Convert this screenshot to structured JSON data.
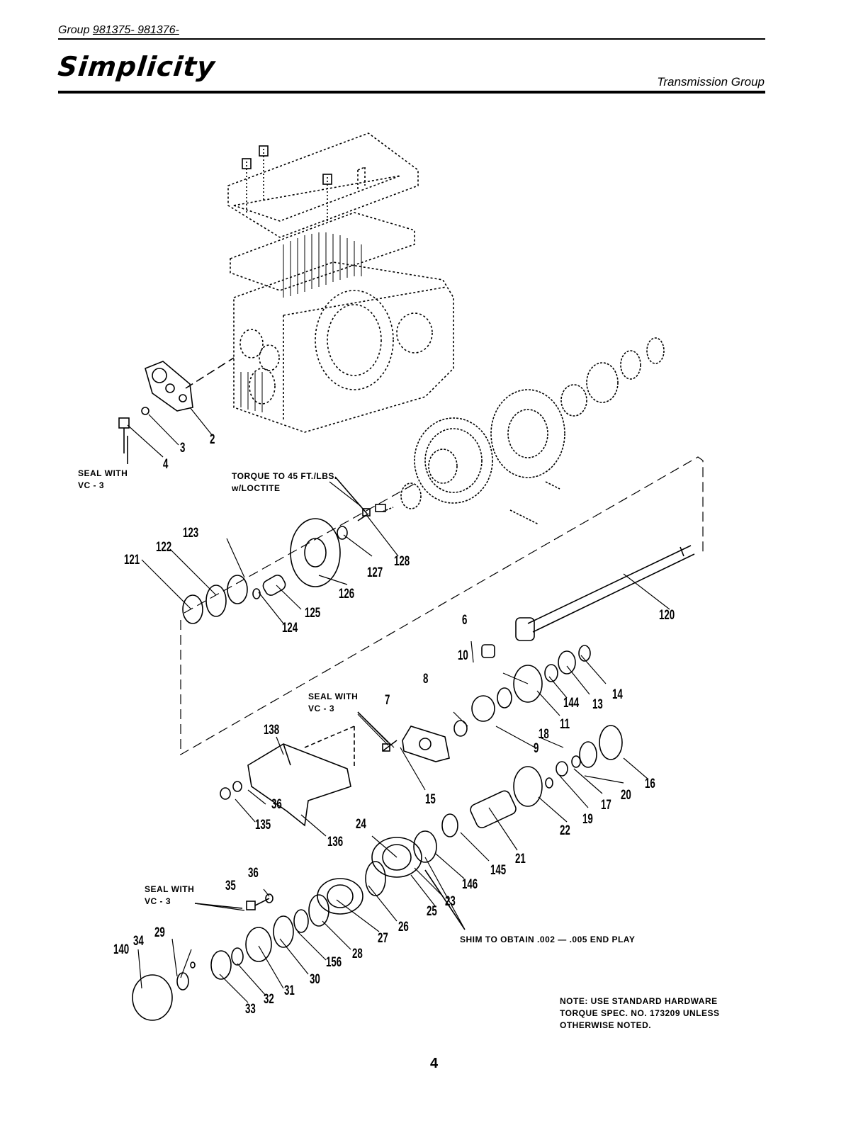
{
  "header": {
    "group_prefix": "Group",
    "group_numbers": "981375- 981376-",
    "brand": "Simplicity",
    "section_title": "Transmission Group"
  },
  "notes": {
    "seal_vc3_a": [
      "SEAL WITH",
      "VC - 3"
    ],
    "torque": [
      "TORQUE TO 45 FT./LBS.",
      "w/LOCTITE"
    ],
    "seal_vc3_b": [
      "SEAL WITH",
      "VC - 3"
    ],
    "seal_vc3_c": [
      "SEAL WITH",
      "VC - 3"
    ],
    "shim": "SHIM TO OBTAIN .002 — .005 END PLAY",
    "standard": [
      "NOTE: USE STANDARD HARDWARE",
      "TORQUE SPEC. NO. 173209 UNLESS",
      "OTHERWISE NOTED."
    ]
  },
  "callouts": [
    "2",
    "3",
    "4",
    "6",
    "7",
    "8",
    "9",
    "10",
    "11",
    "13",
    "14",
    "15",
    "16",
    "17",
    "18",
    "19",
    "20",
    "21",
    "22",
    "23",
    "24",
    "25",
    "26",
    "27",
    "28",
    "29",
    "30",
    "31",
    "32",
    "33",
    "34",
    "35",
    "36",
    "36",
    "120",
    "121",
    "122",
    "123",
    "124",
    "125",
    "126",
    "127",
    "128",
    "135",
    "136",
    "138",
    "140",
    "144",
    "145",
    "146",
    "156"
  ],
  "page_number": "4"
}
